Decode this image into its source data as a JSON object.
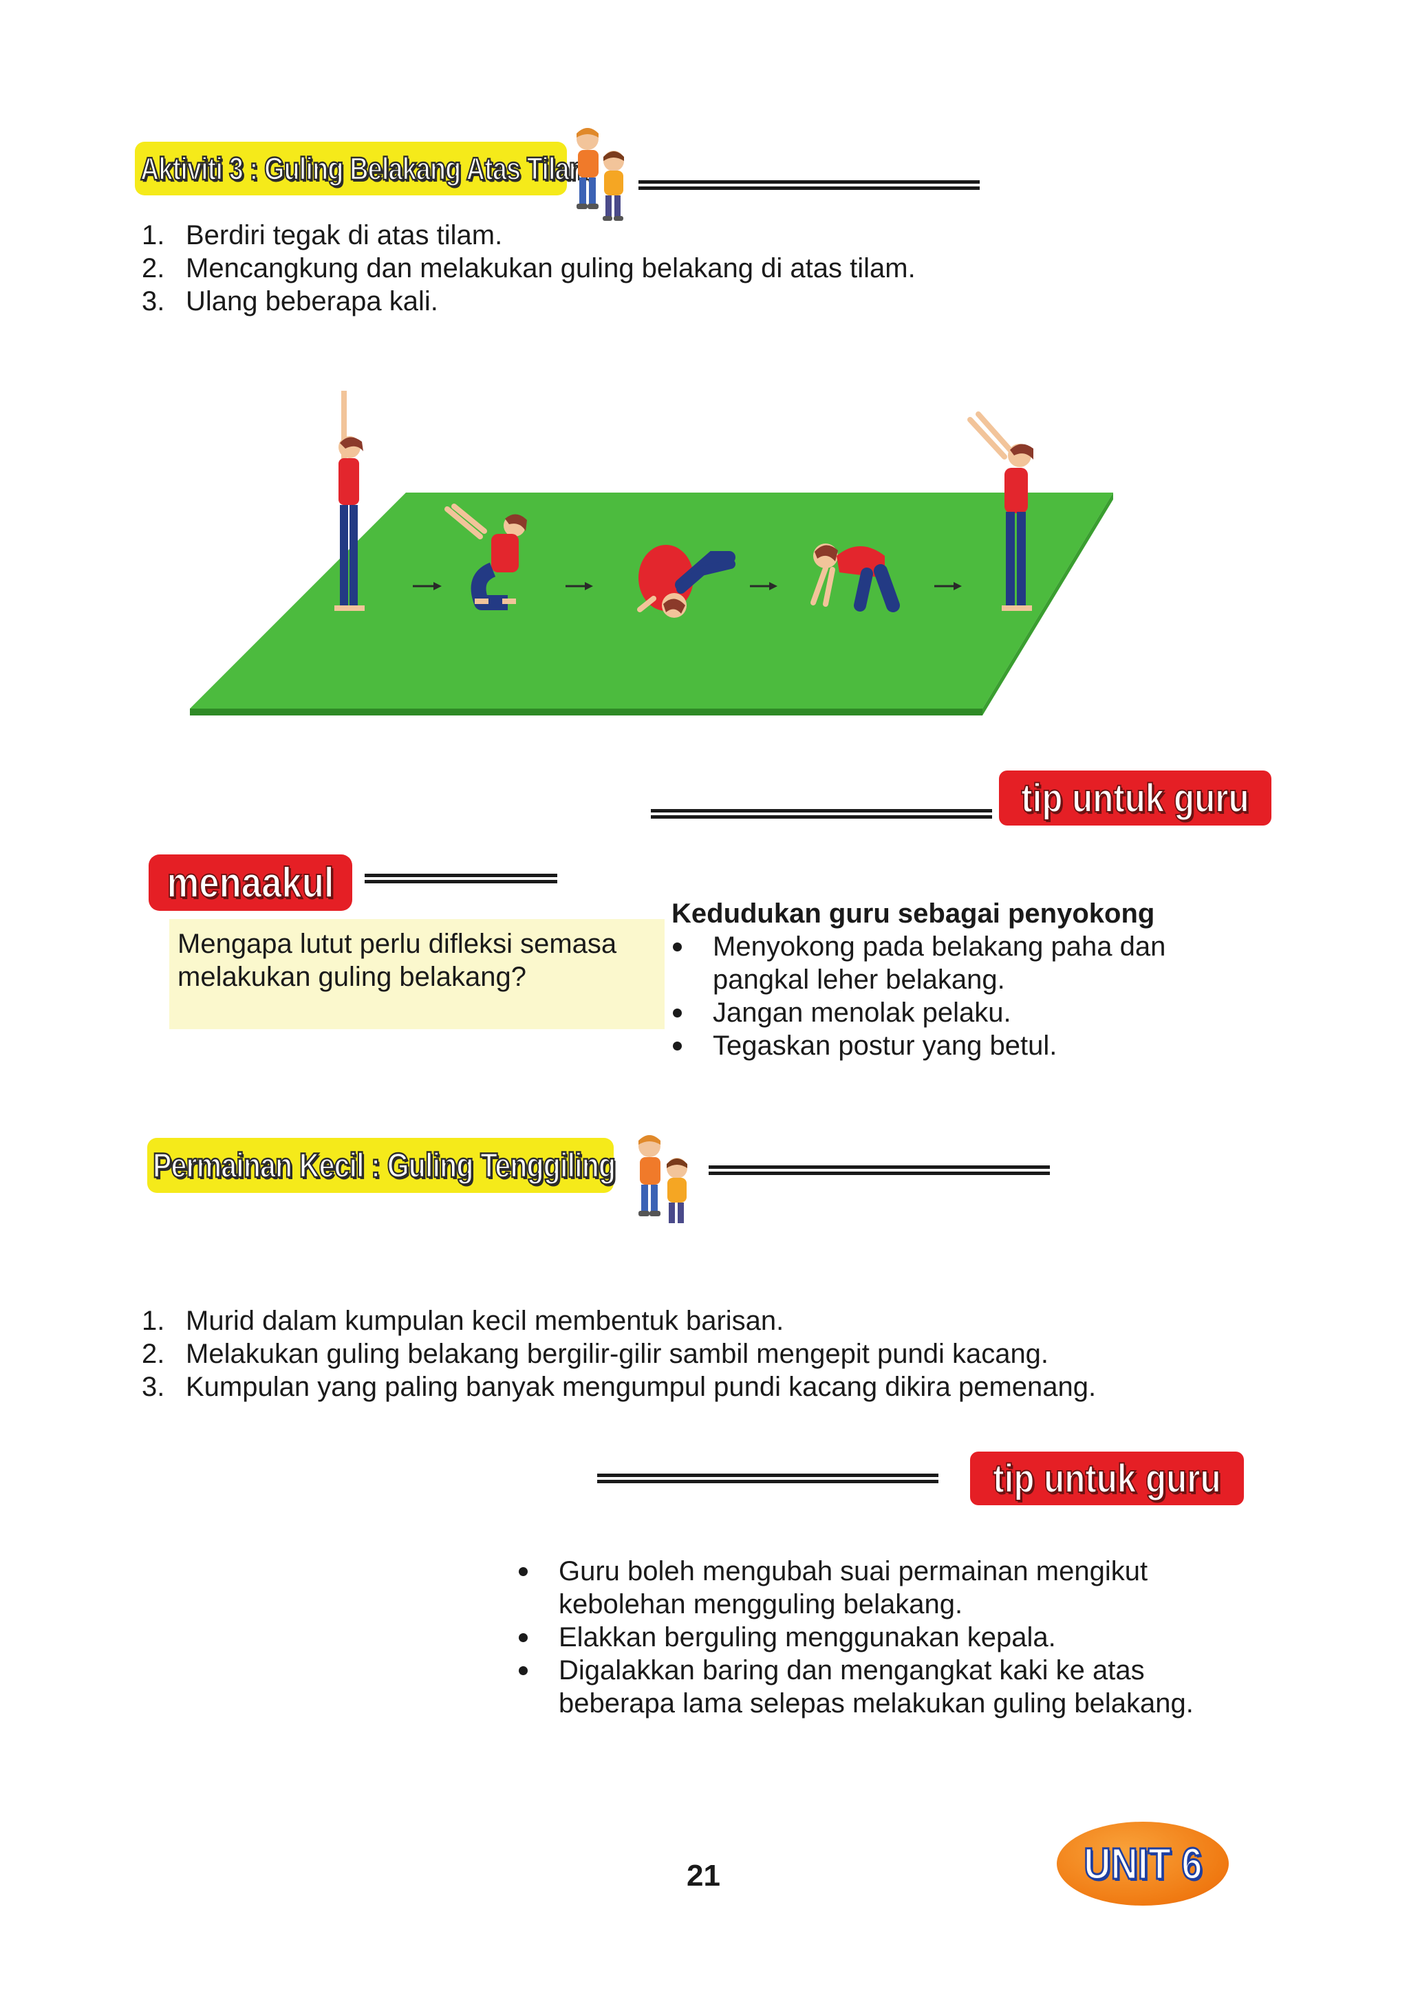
{
  "activity": {
    "title": "Aktiviti 3 : Guling Belakang Atas Tilam",
    "steps": [
      {
        "num": "1.",
        "text": "Berdiri tegak di atas tilam."
      },
      {
        "num": "2.",
        "text": "Mencangkung dan melakukan guling belakang di atas tilam."
      },
      {
        "num": "3.",
        "text": "Ulang beberapa kali."
      }
    ]
  },
  "tip1": {
    "label": "tip untuk guru",
    "heading": "Kedudukan guru sebagai penyokong",
    "points": [
      {
        "line1": "Menyokong pada belakang paha dan",
        "line2": "pangkal leher belakang."
      },
      {
        "line1": "Jangan menolak pelaku.",
        "line2": ""
      },
      {
        "line1": "Tegaskan postur yang betul.",
        "line2": ""
      }
    ]
  },
  "menaakul": {
    "label": "menaakul",
    "question_line1": "Mengapa lutut perlu difleksi semasa",
    "question_line2": "melakukan guling belakang?"
  },
  "game": {
    "title": "Permainan Kecil : Guling Tenggiling",
    "steps": [
      {
        "num": "1.",
        "text": "Murid dalam kumpulan kecil membentuk barisan."
      },
      {
        "num": "2.",
        "text": "Melakukan guling belakang bergilir-gilir sambil mengepit pundi kacang."
      },
      {
        "num": "3.",
        "text": "Kumpulan yang paling banyak mengumpul pundi kacang dikira pemenang."
      }
    ]
  },
  "tip2": {
    "label": "tip untuk guru",
    "points": [
      {
        "line1": "Guru boleh mengubah suai permainan mengikut",
        "line2": "kebolehan mengguling belakang."
      },
      {
        "line1": "Elakkan berguling  menggunakan kepala.",
        "line2": ""
      },
      {
        "line1": "Digalakkan baring dan mengangkat kaki ke atas",
        "line2": "beberapa lama selepas melakukan guling belakang."
      }
    ]
  },
  "footer": {
    "page_number": "21",
    "unit": "UNIT 6"
  },
  "colors": {
    "banner_yellow": "#f5ea1a",
    "banner_red": "#e51f25",
    "mat_green": "#4cbb3e",
    "shirt_red": "#e3262d",
    "pants_navy": "#233a84",
    "badge_orange": "#f07a12"
  }
}
